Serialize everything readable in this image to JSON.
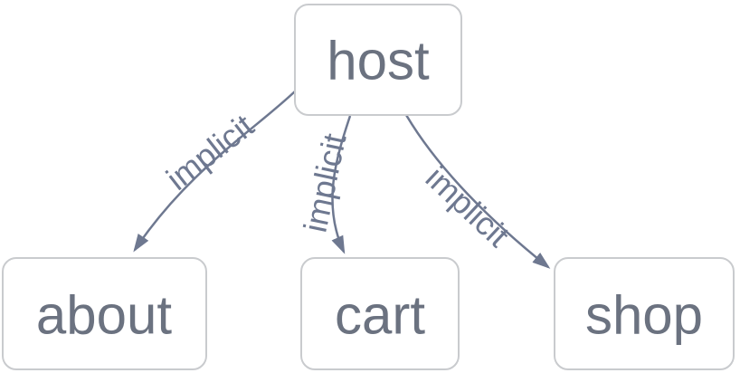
{
  "graph": {
    "nodes": [
      {
        "id": "host",
        "label": "host"
      },
      {
        "id": "about",
        "label": "about"
      },
      {
        "id": "cart",
        "label": "cart"
      },
      {
        "id": "shop",
        "label": "shop"
      }
    ],
    "edges": [
      {
        "from": "host",
        "to": "about",
        "label": "implicit"
      },
      {
        "from": "host",
        "to": "cart",
        "label": "implicit"
      },
      {
        "from": "host",
        "to": "shop",
        "label": "implicit"
      }
    ],
    "colors": {
      "background": "#ffffff",
      "node_border": "#c9cbce",
      "node_fill": "#ffffff",
      "node_text": "#6b7280",
      "edge": "#6e7890"
    }
  }
}
